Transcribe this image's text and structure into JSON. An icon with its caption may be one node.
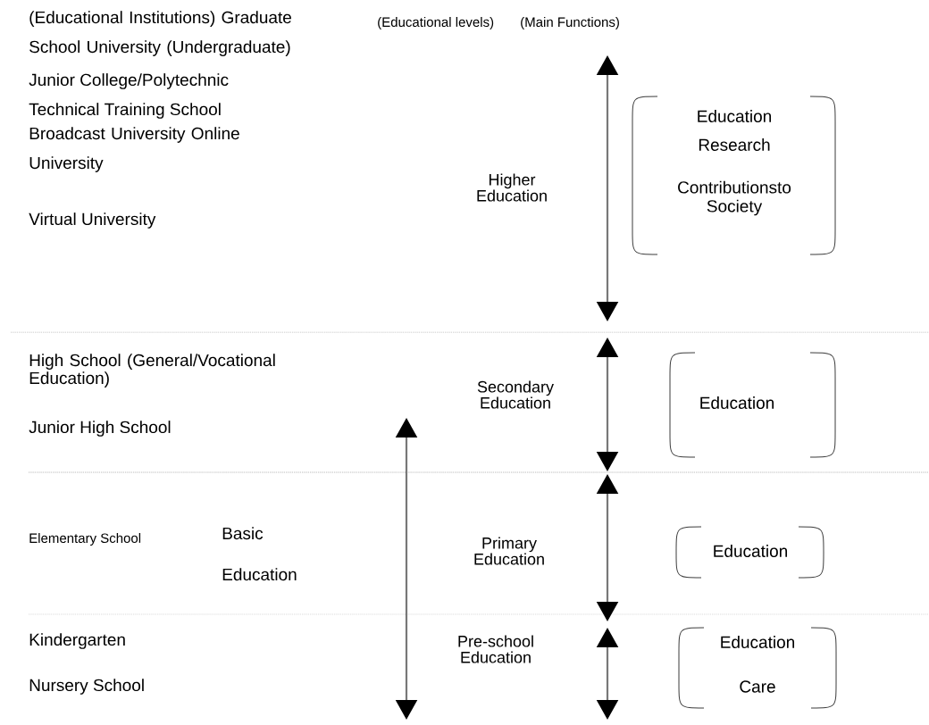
{
  "diagram": {
    "nodes": [
      {
        "text": [
          "Education",
          "Research",
          "Contributionsto Society"
        ]
      },
      {
        "text": [
          "Education"
        ]
      },
      {
        "text": [
          "Education"
        ]
      },
      {
        "text": [
          "Education",
          "Care"
        ]
      }
    ],
    "labels": [
      "(Educational Institutions) Graduate School University (Undergraduate)",
      "(Educational levels)",
      "(Main Functions)",
      "Junior College/Polytechnic",
      "Technical Training School",
      "Broadcast University Online University",
      "Higher Education",
      "Virtual University",
      "High School (General/Vocational Education)",
      "Secondary Education",
      "Junior High School",
      "Elementary School",
      "Basic Education",
      "Primary Education",
      "Kindergarten",
      "Pre-school Education",
      "Nursery School"
    ]
  }
}
